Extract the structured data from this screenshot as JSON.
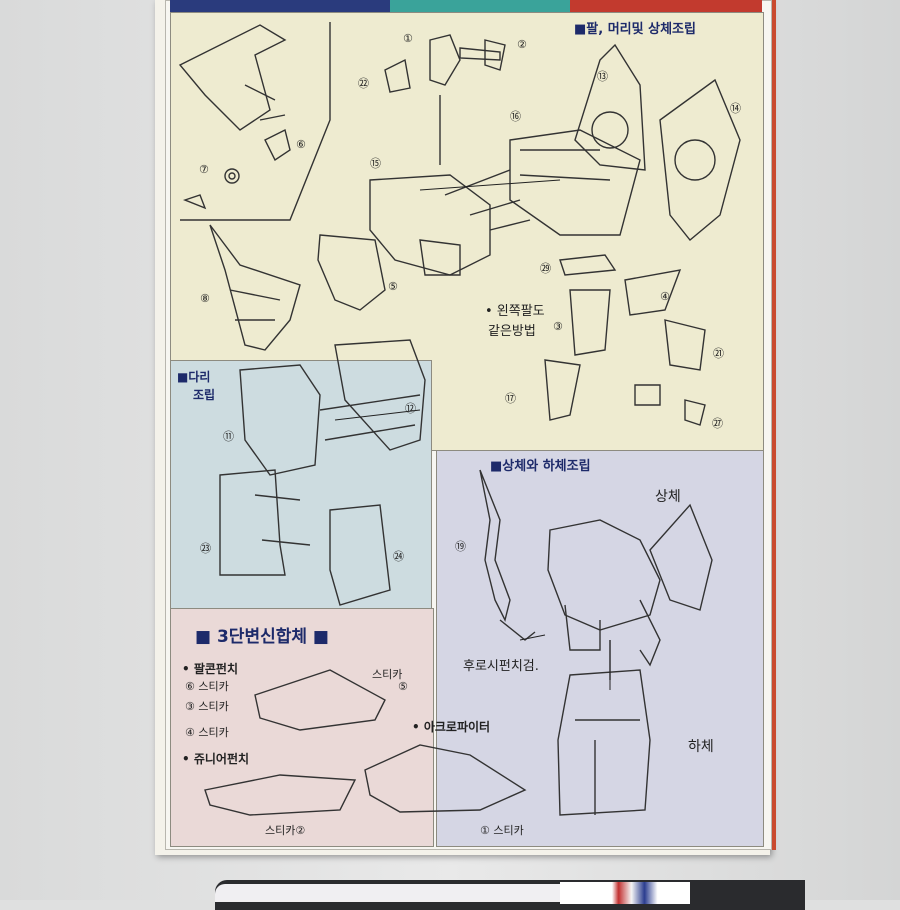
{
  "headings": {
    "arm_head": "■팔, 머리및 상체조립",
    "leg_1": "■다리",
    "leg_2": "조립",
    "combine": "■상체와 하체조립",
    "transform": "■ 3단변신합체 ■"
  },
  "notes": {
    "left_arm_1": "• 왼쪽팔도",
    "left_arm_2": "같은방법",
    "upper_body": "상체",
    "lower_body": "하체",
    "sword": "후로시펀치검.",
    "falcon": "• 팔콘펀치",
    "sticker6": "⑥ 스티카",
    "sticker3": "③ 스티카",
    "sticker4": "④ 스티카",
    "sticker_top": "스티카",
    "sticker_top_num": "⑤",
    "acro": "• 아크로파이터",
    "junior": "• 쥬니어펀치",
    "sticker2": "스티카②",
    "sticker1": "① 스티카"
  },
  "part_numbers": [
    "①",
    "②",
    "㉒",
    "⑥",
    "⑦",
    "⑬",
    "⑭",
    "⑯",
    "⑮",
    "⑧",
    "⑤",
    "㉙",
    "④",
    "③",
    "㉑",
    "⑰",
    "㉗",
    "⑪",
    "⑫",
    "㉓",
    "㉔",
    "⑲"
  ],
  "colors": {
    "yellow_panel": "#eeebd0",
    "blue_panel": "#cddce0",
    "lavender_panel": "#d5d6e4",
    "pink_panel": "#ead9d7",
    "heading_ink": "#1d2a6a"
  }
}
